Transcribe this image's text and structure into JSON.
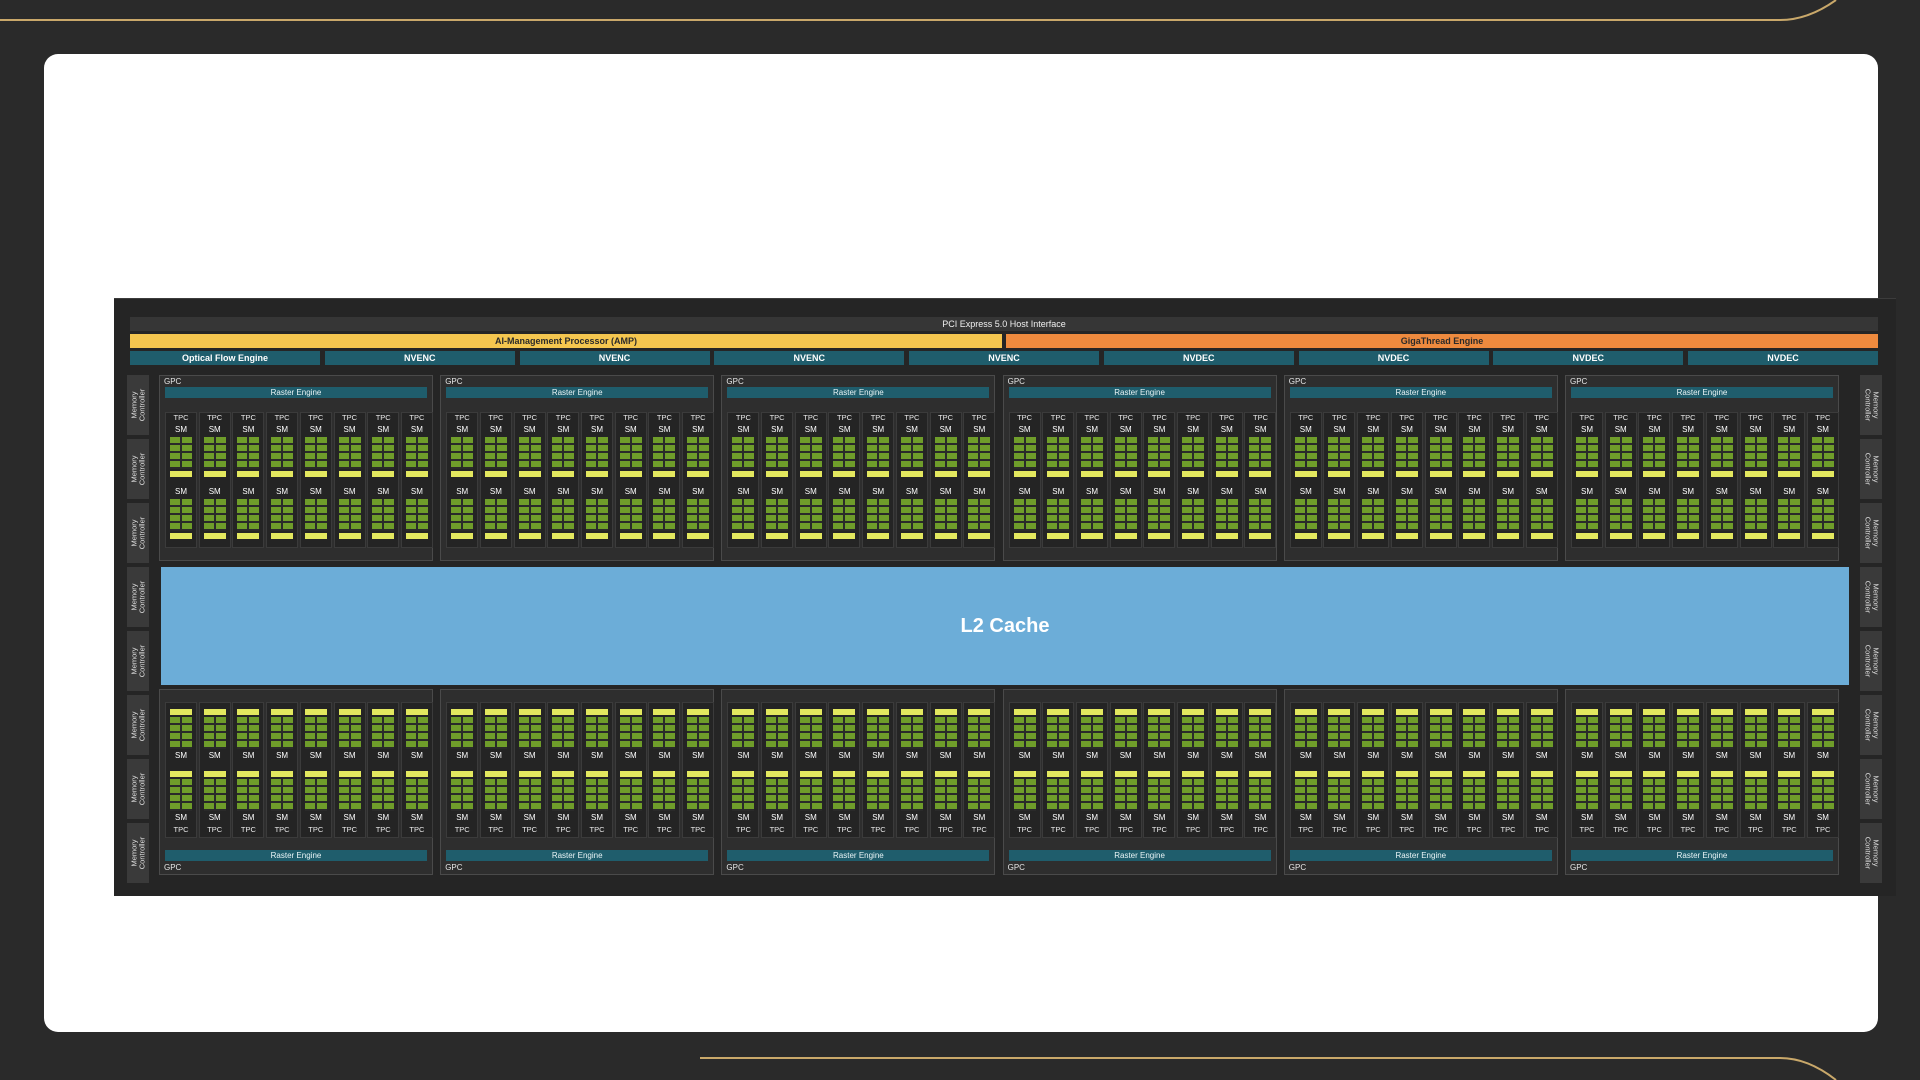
{
  "top_bars": {
    "pcie": "PCI Express 5.0 Host Interface",
    "amp": "AI-Management Processor (AMP)",
    "gigathread": "GigaThread Engine"
  },
  "engines": [
    "Optical Flow Engine",
    "NVENC",
    "NVENC",
    "NVENC",
    "NVENC",
    "NVDEC",
    "NVDEC",
    "NVDEC",
    "NVDEC"
  ],
  "memory_controllers": {
    "label": "Memory\nController",
    "left_count": 8,
    "right_count": 8
  },
  "gpc": {
    "label": "GPC",
    "raster_engine": "Raster Engine",
    "tpc_label": "TPC",
    "sm_label": "SM",
    "top_row_count": 6,
    "bottom_row_count": 6,
    "tpcs_per_gpc": 8,
    "sms_per_tpc": 2
  },
  "l2_cache": "L2 Cache",
  "colors": {
    "background": "#2a2a2a",
    "card": "#ffffff",
    "die": "#252525",
    "amp": "#f4c64f",
    "gigathread": "#ee8a3e",
    "engine": "#1f5d6c",
    "l2": "#6cadd8",
    "cuda_cores": "#6f9d2a",
    "tensor_cores": "#e3e85f",
    "accent_line": "#c9a86a"
  }
}
